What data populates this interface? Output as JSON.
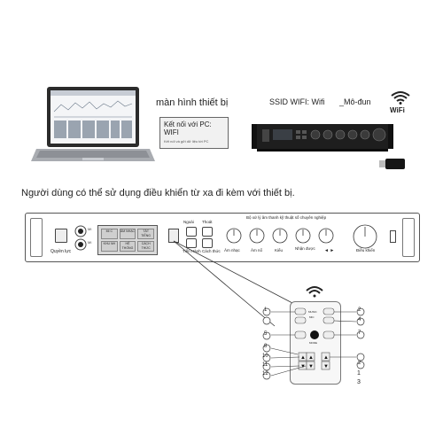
{
  "top": {
    "screen_label": "màn hình thiết bị",
    "pc_box_title": "Kết nối với PC: WIFI",
    "pc_box_sub": "Kết nối và gửi dữ liệu tới PC",
    "ssid_label": "SSID WIFI: Wifi",
    "module_label": "_Mô-đun",
    "wifi_brand": "WiFi"
  },
  "remote_caption": "Người dùng có thể sử dụng điều khiển từ xa đi kèm với thiết bị.",
  "panel": {
    "top_label": "Bộ xử lý âm thanh kỹ thuật số chuyên nghiệp",
    "power_label": "Quyền lực",
    "lcd_cells": [
      "MI C",
      "ÂM NHẠC",
      "TẮT TIẾNG",
      "KHU NH",
      "HỆ THỐNG",
      "CÁCH THỨC"
    ],
    "button_labels": [
      "Ngoài",
      "Thoát",
      "Tiến Hành",
      "Cách thức"
    ],
    "knob_labels": [
      "Âm nhạc",
      "Âm nổ",
      "Kiểu",
      "Nhận được"
    ],
    "main_knob_label": "Điều khiển",
    "arrows_label": "◄ ►"
  },
  "remote": {
    "left_numbers": [
      "1",
      "5",
      "8",
      "10",
      "11",
      "12"
    ],
    "right_numbers": [
      "2",
      "4",
      "7",
      "2"
    ],
    "bottom_numbers": [
      "1",
      "3"
    ],
    "inner_labels": [
      "MUSIC",
      "MIC",
      "MODE"
    ]
  }
}
